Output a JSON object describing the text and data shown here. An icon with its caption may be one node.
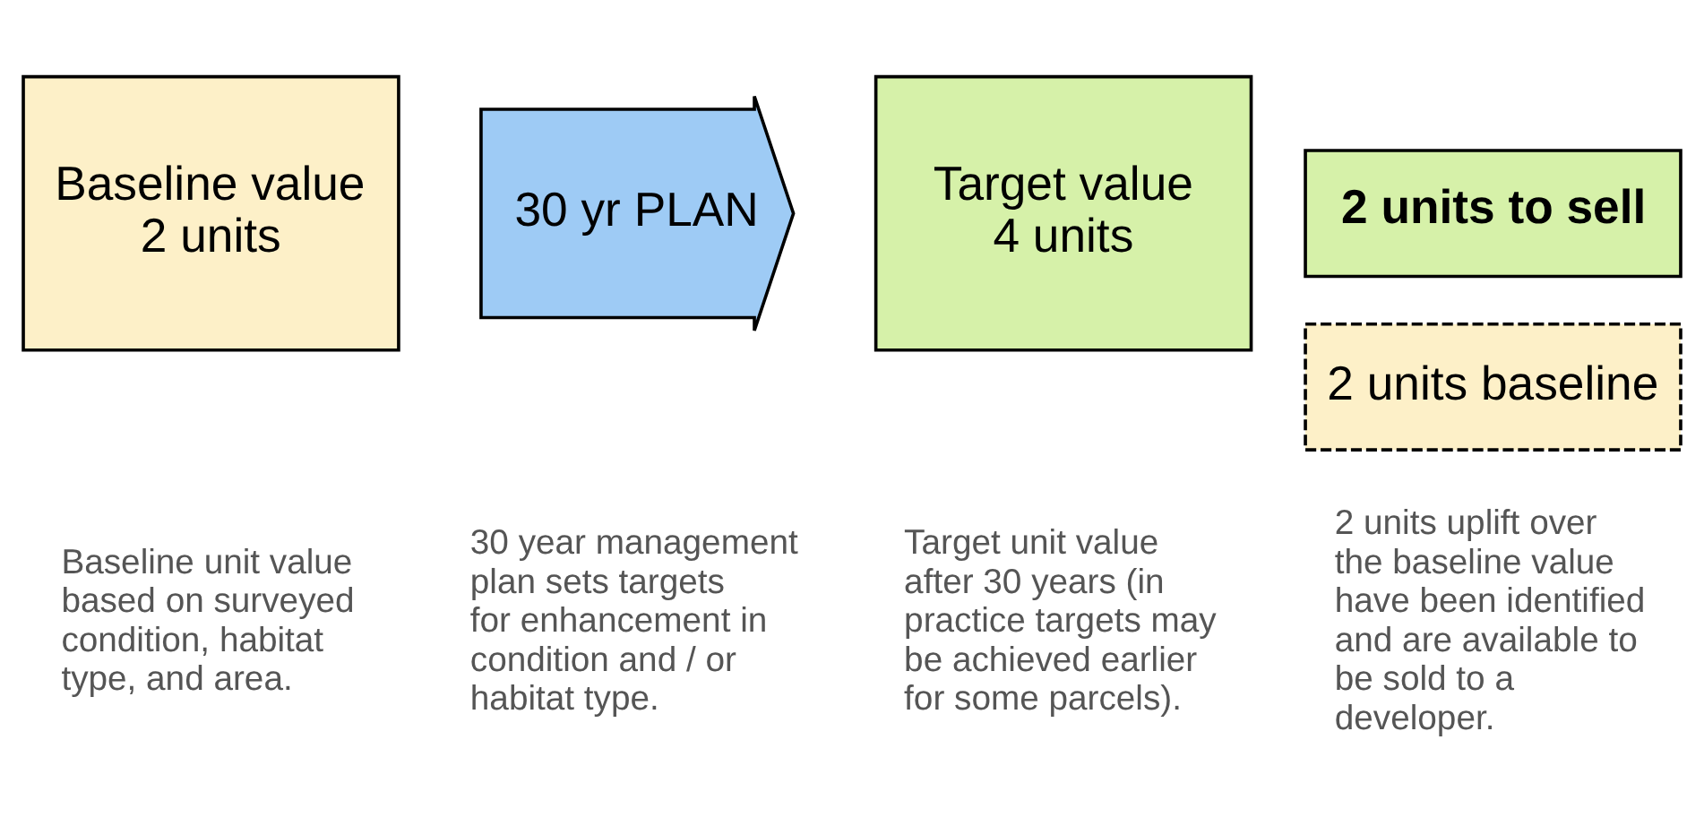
{
  "diagram": {
    "nodes": [
      {
        "text": [
          "Baseline value",
          "2 units"
        ]
      },
      {
        "text": [
          "30 yr PLAN"
        ]
      },
      {
        "text": [
          "Target value",
          "4 units"
        ]
      },
      {
        "text": [
          "2 units to sell"
        ]
      },
      {
        "text": [
          "2 units baseline"
        ]
      }
    ],
    "labels": [
      "Baseline unit value based on surveyed condition, habitat type, and area.",
      "30 year management plan sets targets for enhancement in condition and / or habitat type.",
      "Target unit value after 30 years (in practice targets may be achieved earlier for some parcels).",
      "2 units uplift over the baseline value have been identified and are available to be sold to a developer."
    ]
  }
}
